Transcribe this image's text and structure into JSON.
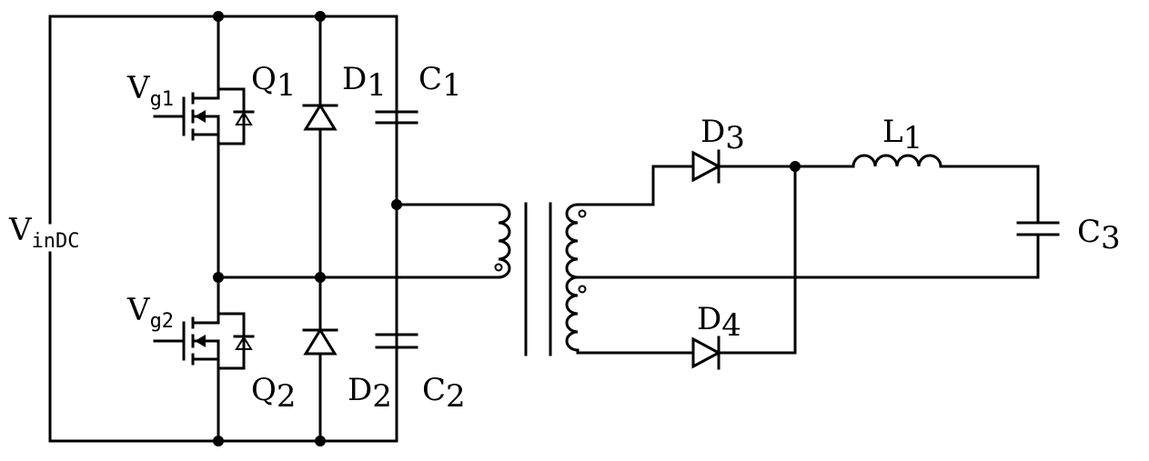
{
  "labels": {
    "vin": {
      "main": "V",
      "sub": "inDC"
    },
    "vg1": {
      "main": "V",
      "sub": "g1"
    },
    "vg2": {
      "main": "V",
      "sub": "g2"
    },
    "q1": {
      "main": "Q",
      "sub": "1"
    },
    "q2": {
      "main": "Q",
      "sub": "2"
    },
    "d1": {
      "main": "D",
      "sub": "1"
    },
    "d2": {
      "main": "D",
      "sub": "2"
    },
    "c1": {
      "main": "C",
      "sub": "1"
    },
    "c2": {
      "main": "C",
      "sub": "2"
    },
    "d3": {
      "main": "D",
      "sub": "3"
    },
    "d4": {
      "main": "D",
      "sub": "4"
    },
    "l1": {
      "main": "L",
      "sub": "1"
    },
    "c3": {
      "main": "C",
      "sub": "3"
    }
  }
}
